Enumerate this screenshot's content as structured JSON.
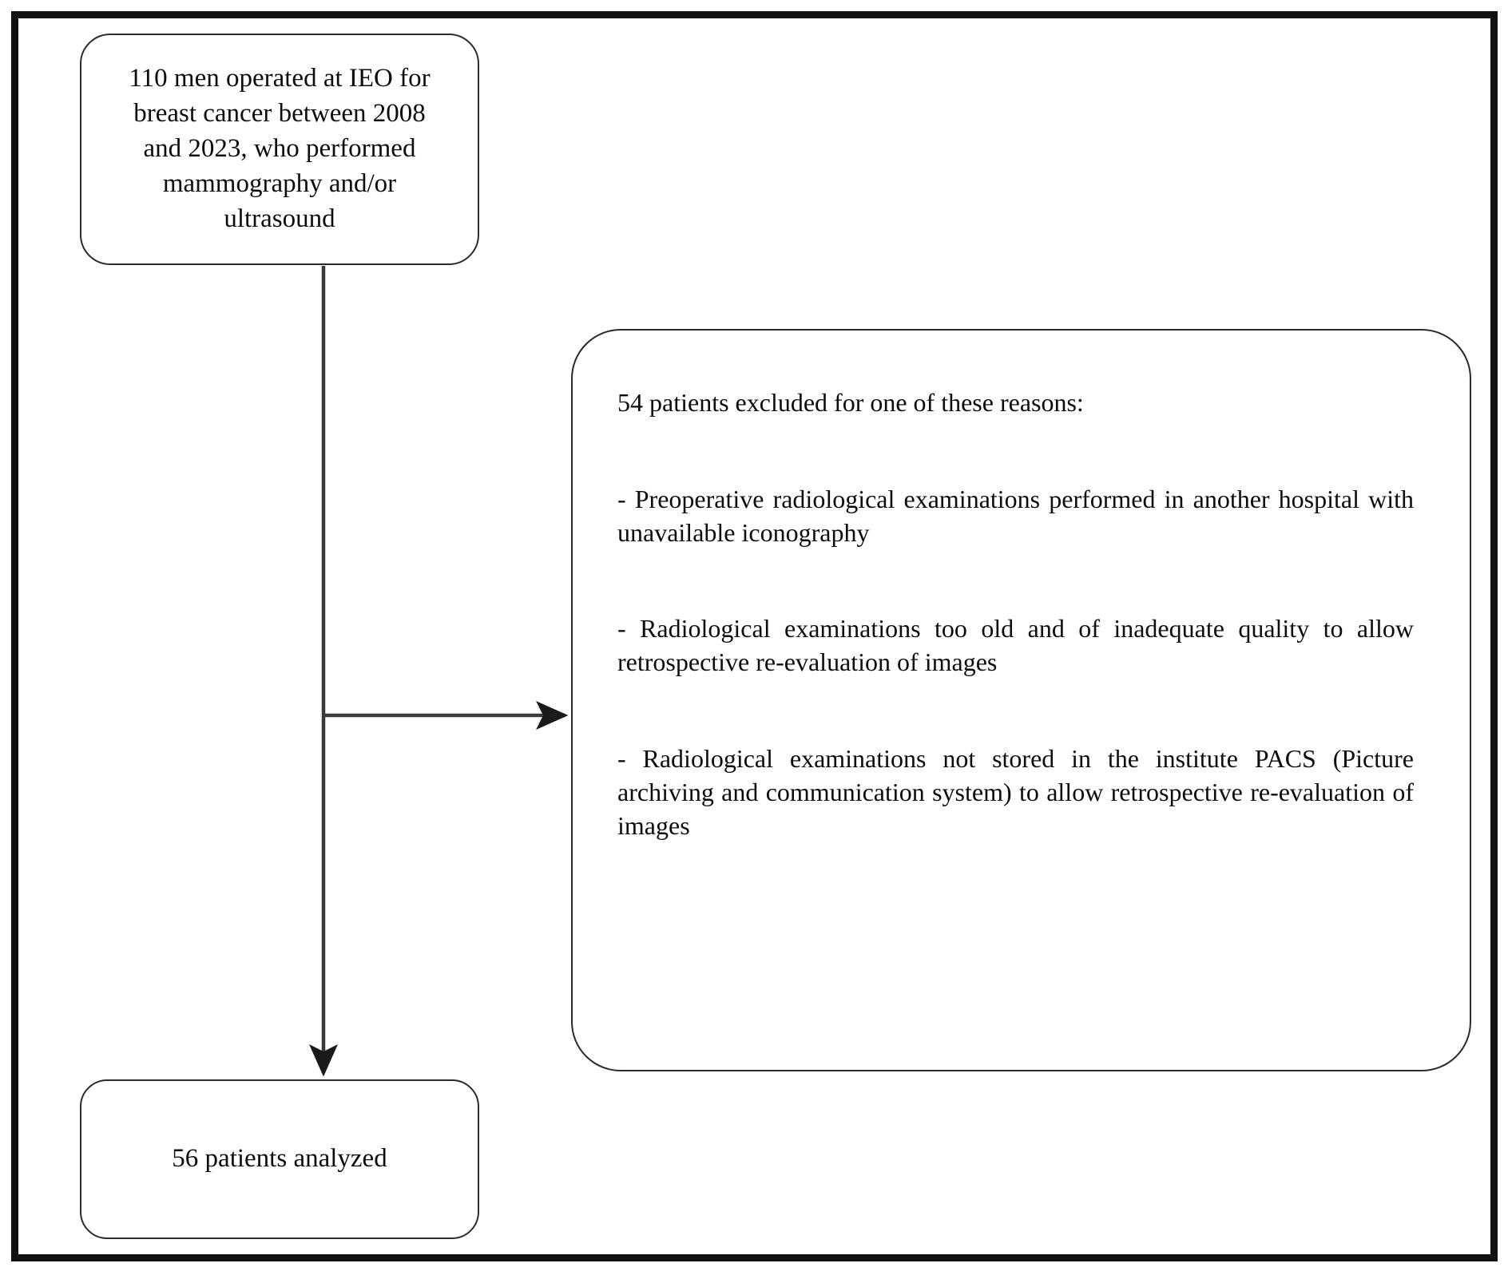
{
  "figure": {
    "type": "flowchart",
    "orientation": "vertical-with-side-branch",
    "frame_color": "#111111",
    "box_border_color": "#2b2b2b",
    "background_color": "#ffffff",
    "text_color": "#0d0d0d"
  },
  "nodes": {
    "source": {
      "id": "source-population",
      "text": "110 men operated at IEO for breast cancer between 2008 and 2023, who performed mammography and/or ultrasound",
      "count": 110,
      "align": "center"
    },
    "excluded": {
      "id": "excluded-patients",
      "heading": "54 patients excluded for one of these reasons:",
      "count": 54,
      "reasons": [
        "- Preoperative radiological examinations performed in another hospital with unavailable iconography",
        "- Radiological examinations too old and of inadequate quality to allow retrospective re-evaluation of images",
        "- Radiological examinations not stored in the institute PACS (Picture archiving and communication system) to allow retrospective re-evaluation of images"
      ],
      "align": "justify"
    },
    "analyzed": {
      "id": "analyzed-patients",
      "text": "56 patients analyzed",
      "count": 56,
      "align": "center"
    }
  },
  "edges": [
    {
      "id": "source-to-analyzed",
      "from": "source",
      "to": "analyzed",
      "direction": "down",
      "arrowhead": "filled-triangle"
    },
    {
      "id": "source-to-excluded",
      "from": "source",
      "to": "excluded",
      "direction": "right",
      "arrowhead": "filled-triangle"
    }
  ]
}
